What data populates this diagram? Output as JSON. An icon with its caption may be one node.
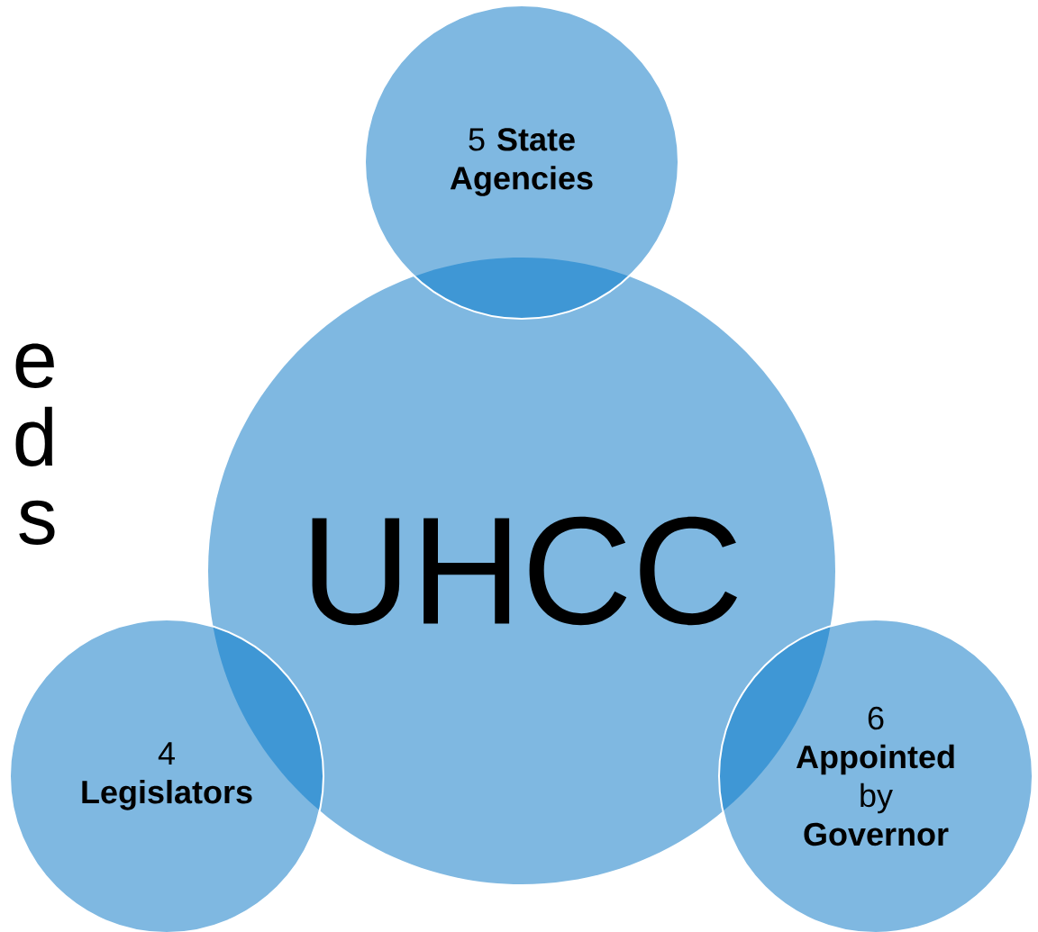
{
  "diagram": {
    "nodes": [
      {
        "text": [
          "5 **State Agencies**"
        ]
      },
      {
        "text": [
          "UHCC"
        ]
      },
      {
        "text": [
          "4 **Legislators**"
        ]
      },
      {
        "text": [
          "6 **Appointed** by **Governor**"
        ]
      }
    ],
    "labels": [
      "e",
      "d",
      "s"
    ]
  }
}
